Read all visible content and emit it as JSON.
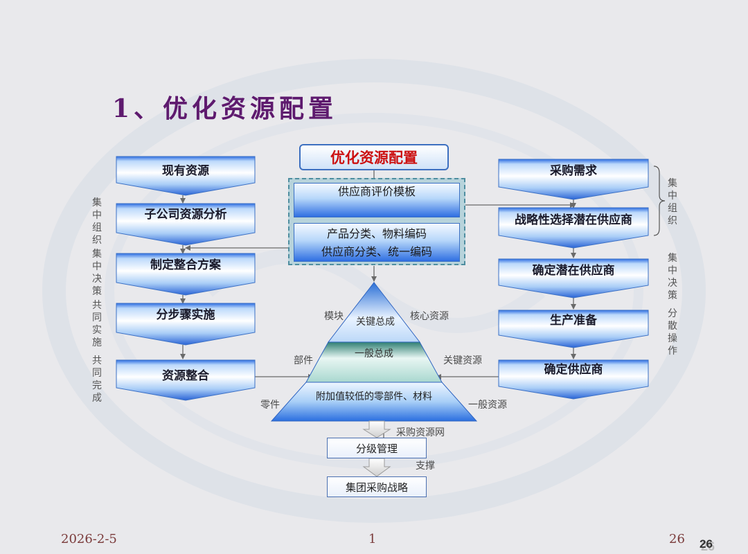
{
  "title": "1、优化资源配置",
  "center_title": "优化资源配置",
  "center_panel": {
    "box1": "供应商评价模板",
    "box2_line1": "产品分类、物料编码",
    "box2_line2": "供应商分类、统一编码"
  },
  "left_steps": [
    "现有资源",
    "子公司资源分析",
    "制定整合方案",
    "分步骤实施",
    "资源整合"
  ],
  "right_steps": [
    "采购需求",
    "战略性选择潜在供应商",
    "确定潜在供应商",
    "生产准备",
    "确定供应商"
  ],
  "left_side_labels": [
    "集中组织",
    "集中决策",
    "共同实施",
    "共同完成"
  ],
  "right_side_labels": [
    "集中组织",
    "集中决策",
    "分散操作"
  ],
  "pyramid": {
    "top": "关键总成",
    "middle": "一般总成",
    "bottom": "附加值较低的零部件、材料",
    "left_labels": [
      "模块",
      "部件",
      "零件"
    ],
    "right_labels": [
      "核心资源",
      "关键资源",
      "一般资源"
    ]
  },
  "bottom_flow": {
    "arrow1_label": "采购资源网",
    "box1": "分级管理",
    "arrow2_label": "支撑",
    "box2": "集团采购战略"
  },
  "footer": {
    "date": "2026-2-5",
    "center_number": "1",
    "page_number": "26",
    "corner_number": "26"
  }
}
